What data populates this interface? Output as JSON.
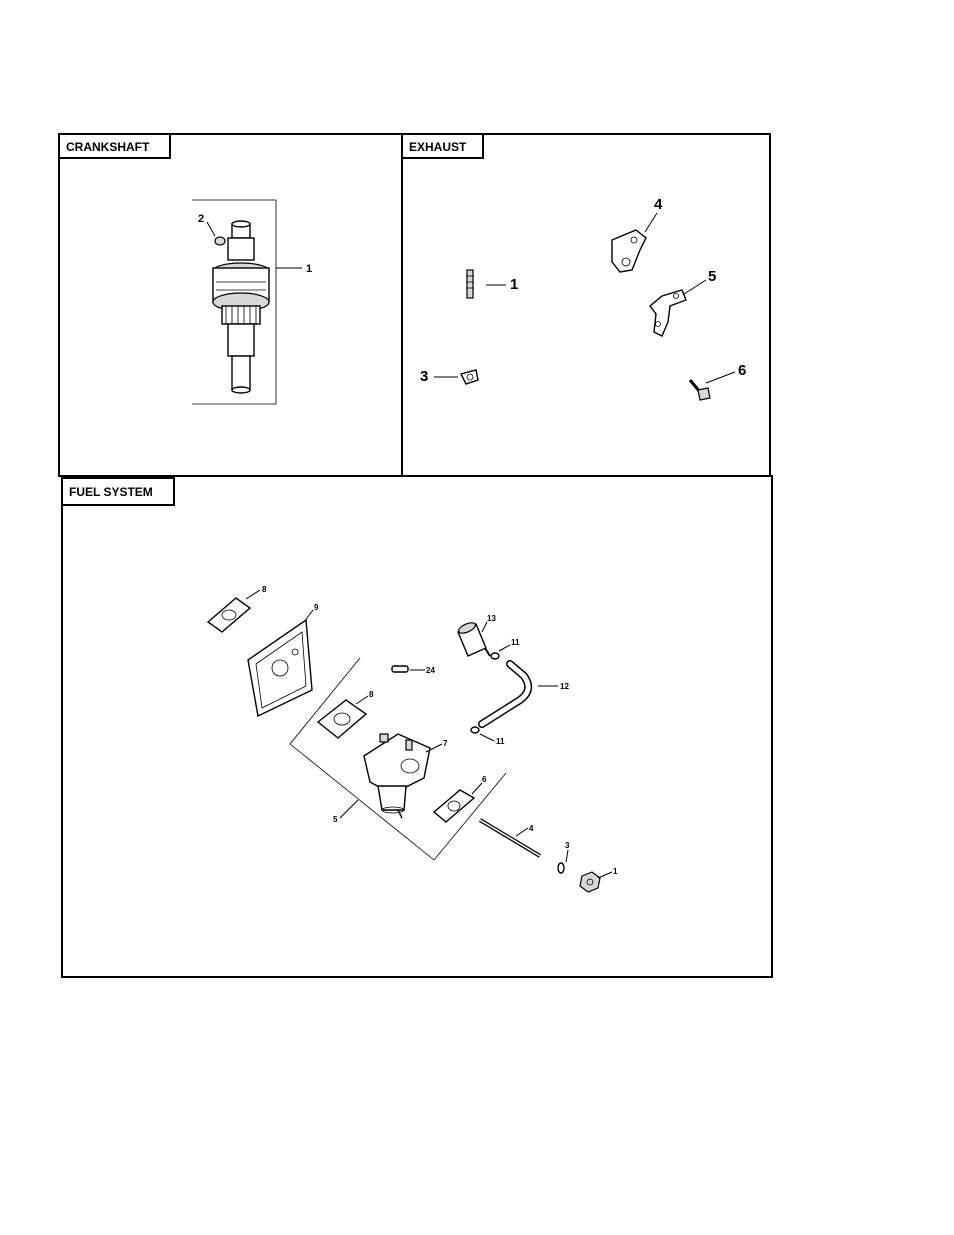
{
  "panels": {
    "crankshaft": {
      "title": "CRANKSHAFT",
      "callouts": [
        "1",
        "2"
      ]
    },
    "exhaust": {
      "title": "EXHAUST",
      "callouts": [
        "1",
        "3",
        "4",
        "5",
        "6"
      ]
    },
    "fuel_system": {
      "title": "FUEL SYSTEM",
      "callouts": [
        "8",
        "9",
        "13",
        "11",
        "24",
        "12",
        "8",
        "7",
        "11",
        "6",
        "5",
        "4",
        "3",
        "1"
      ]
    }
  },
  "icons": {
    "crankshaft": "crankshaft-icon",
    "key": "woodruff-key-icon",
    "stud": "stud-icon",
    "nut": "nut-icon",
    "bracket": "bracket-icon",
    "screw": "screw-icon",
    "gasket": "gasket-icon",
    "heat_shield": "heat-shield-icon",
    "carburetor": "carburetor-icon",
    "fuel_filter": "fuel-filter-icon",
    "fuel_line": "fuel-line-icon",
    "clamp": "clamp-icon",
    "washer": "washer-icon"
  }
}
